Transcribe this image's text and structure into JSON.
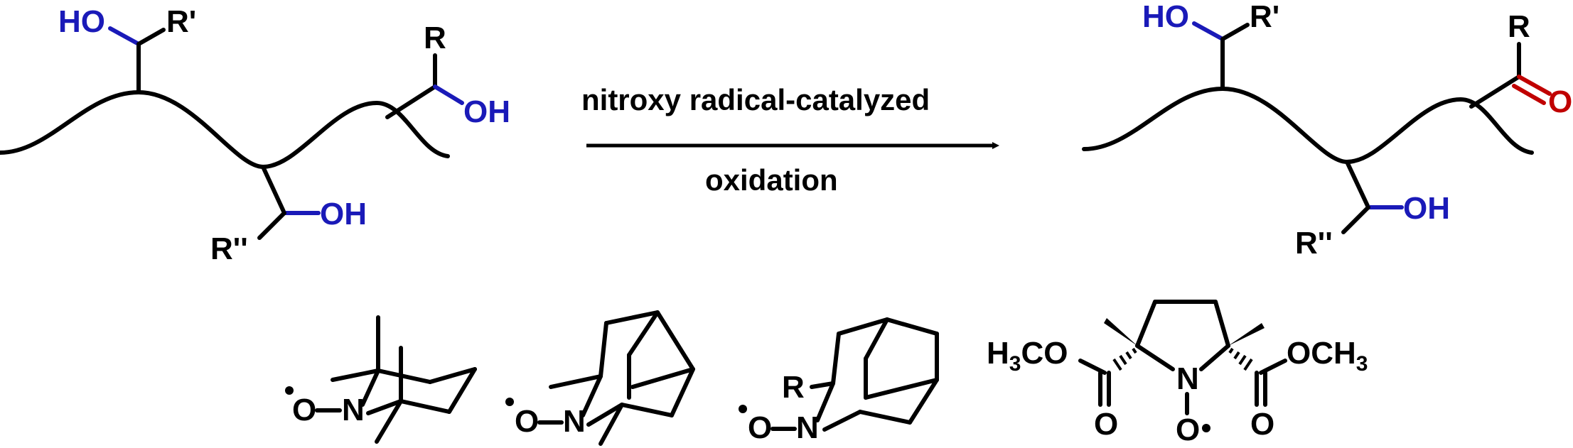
{
  "reaction": {
    "arrow_label_top": "nitroxy radical-catalyzed",
    "arrow_label_bottom": "oxidation"
  },
  "reactant": {
    "ho_label": "HO",
    "r_prime": "R'",
    "r_label": "R",
    "oh_right": "OH",
    "oh_bottom": "OH",
    "r_double_prime": "R''"
  },
  "product": {
    "ho_label": "HO",
    "r_prime": "R'",
    "r_label": "R",
    "o_label": "O",
    "oh_bottom": "OH",
    "r_double_prime": "R''"
  },
  "catalysts": {
    "c1_o": "O",
    "c1_n": "N",
    "c2_o": "O",
    "c2_n": "N",
    "c3_r": "R",
    "c3_o": "O",
    "c3_n": "N",
    "c4_left_h": "H",
    "c4_left_sub": "3",
    "c4_left_co": "CO",
    "c4_right_och": "OCH",
    "c4_right_sub": "3",
    "c4_n": "N",
    "c4_o_bottom": "O",
    "c4_o_left": "O",
    "c4_o_right": "O"
  },
  "colors": {
    "hydroxyl": "#1a1ab8",
    "carbonyl": "#c00000",
    "bond": "#000000"
  }
}
